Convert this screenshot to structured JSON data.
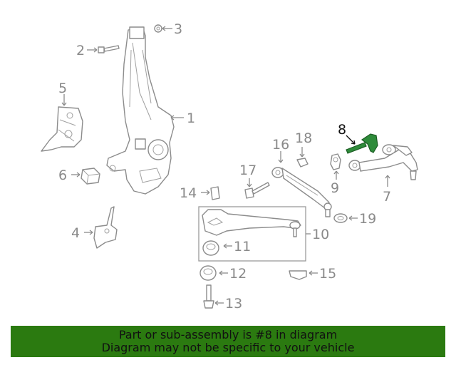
{
  "callouts": {
    "c1": "1",
    "c2": "2",
    "c3": "3",
    "c4": "4",
    "c5": "5",
    "c6": "6",
    "c7": "7",
    "c8": "8",
    "c9": "9",
    "c10": "10",
    "c11": "11",
    "c12": "12",
    "c13": "13",
    "c14": "14",
    "c15": "15",
    "c16": "16",
    "c17": "17",
    "c18": "18",
    "c19": "19"
  },
  "highlighted_part": "8",
  "highlight_color": "#2e8b3a",
  "banner": {
    "line1": "Part or sub-assembly is #8 in diagram",
    "line2": "Diagram may not be specific to your vehicle",
    "background": "#2b7a10"
  }
}
